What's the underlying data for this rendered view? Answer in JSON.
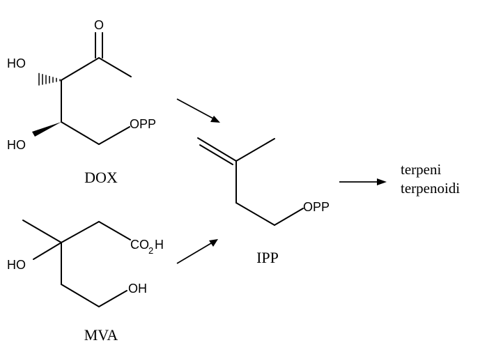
{
  "molecules": {
    "dox": {
      "name": "DOX",
      "atoms": {
        "oxo": "O",
        "ho_top": "HO",
        "ho_bottom": "HO",
        "opp": "OPP"
      }
    },
    "mva": {
      "name": "MVA",
      "atoms": {
        "ho": "HO",
        "oh": "OH",
        "co2h_main": "CO",
        "co2h_sub": "2",
        "co2h_h": "H"
      }
    },
    "ipp": {
      "name": "IPP",
      "atoms": {
        "opp": "OPP"
      }
    }
  },
  "products": {
    "line1": "terpeni",
    "line2": "terpenoidi"
  }
}
